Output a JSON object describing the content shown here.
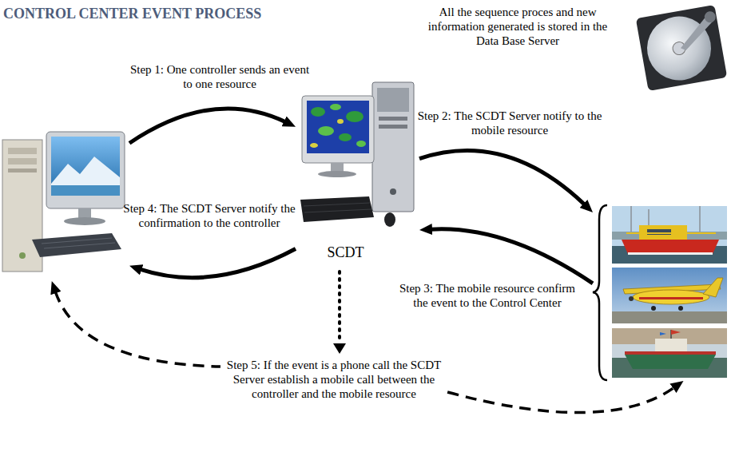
{
  "diagram": {
    "title": "CONTROL CENTER EVENT PROCESS",
    "nodes": [
      {
        "text": []
      },
      {
        "text": [
          "SCDT"
        ]
      },
      {
        "text": []
      }
    ],
    "edges": [
      {
        "from": 0,
        "to": 1,
        "arrow": "to",
        "label": "Step 1: One controller sends an event to one resource"
      },
      {
        "from": 1,
        "to": 2,
        "arrow": "to",
        "label": "Step 2: The SCDT Server notify to the mobile resource"
      },
      {
        "from": 2,
        "to": 1,
        "arrow": "to",
        "label": "Step 3: The mobile resource confirm the event to the Control Center"
      },
      {
        "from": 1,
        "to": 0,
        "arrow": "to",
        "label": "Step 4: The SCDT Server notify the confirmation to the controller"
      },
      {
        "from": 0,
        "to": 2,
        "arrow": "both",
        "label": "Step 5: If the event is a phone call the SCDT Server establish a mobile call between the controller and the mobile resource"
      }
    ],
    "labels": [
      "All the sequence proces and new information generated is stored in the Data Base Server"
    ]
  }
}
